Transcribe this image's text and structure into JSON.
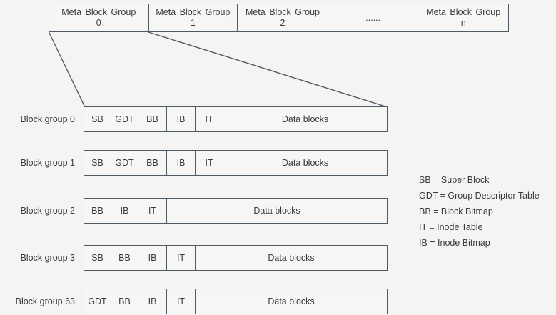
{
  "meta_row": {
    "cells": [
      {
        "line1": "Meta Block Group",
        "line2": "0"
      },
      {
        "line1": "Meta Block Group",
        "line2": "1"
      },
      {
        "line1": "Meta Block Group",
        "line2": "2"
      },
      {
        "line1": "......",
        "line2": ""
      },
      {
        "line1": "Meta Block Group",
        "line2": "n"
      }
    ]
  },
  "block_groups": [
    {
      "label": "Block group 0",
      "cells": [
        "SB",
        "GDT",
        "BB",
        "IB",
        "IT"
      ],
      "data_label": "Data blocks"
    },
    {
      "label": "Block group 1",
      "cells": [
        "SB",
        "GDT",
        "BB",
        "IB",
        "IT"
      ],
      "data_label": "Data blocks"
    },
    {
      "label": "Block group 2",
      "cells": [
        "BB",
        "IB",
        "IT"
      ],
      "data_label": "Data blocks"
    },
    {
      "label": "Block group 3",
      "cells": [
        "SB",
        "BB",
        "IB",
        "IT"
      ],
      "data_label": "Data blocks"
    },
    {
      "label": "Block group 63",
      "cells": [
        "GDT",
        "BB",
        "IB",
        "IT"
      ],
      "data_label": "Data blocks"
    }
  ],
  "legend": {
    "lines": [
      "SB = Super Block",
      "GDT = Group Descriptor Table",
      "BB = Block Bitmap",
      "IT = Inode Table",
      "IB = Inode Bitmap"
    ]
  },
  "colors": {
    "border": "#4e5a64",
    "text": "#3b3b3b",
    "background": "#f4f4f3"
  }
}
